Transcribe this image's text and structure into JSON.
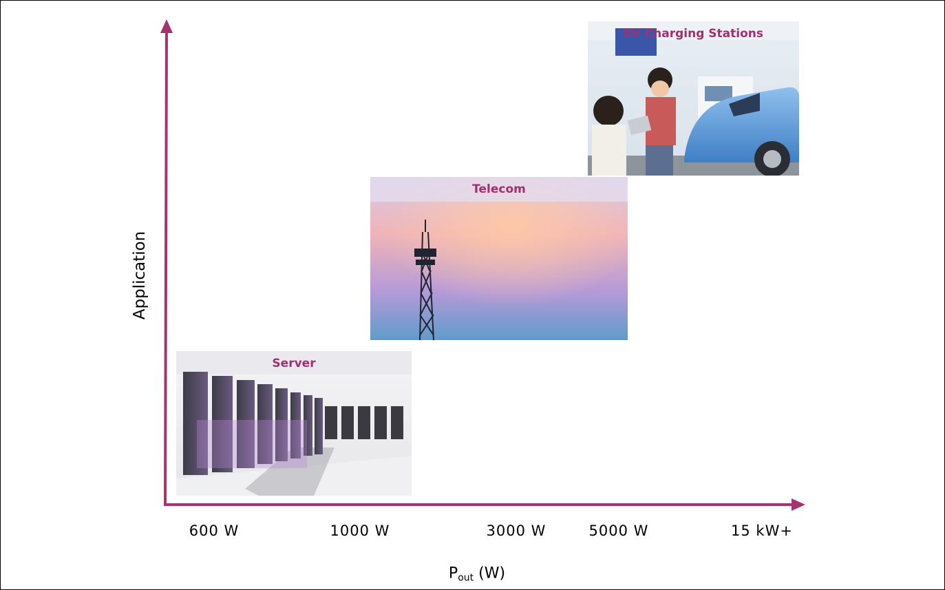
{
  "axes": {
    "y_label": "Application",
    "x_label_main": "P",
    "x_label_sub": "out",
    "x_label_unit": " (W)",
    "color": "#a6336f"
  },
  "ticks": [
    "600 W",
    "1000 W",
    "3000 W",
    "5000 W",
    "15 kW+"
  ],
  "panels": {
    "server": {
      "title": "Server"
    },
    "telecom": {
      "title": "Telecom"
    },
    "ev": {
      "title": "EV Charging Stations"
    }
  },
  "colors": {
    "accent": "#a0306f"
  }
}
